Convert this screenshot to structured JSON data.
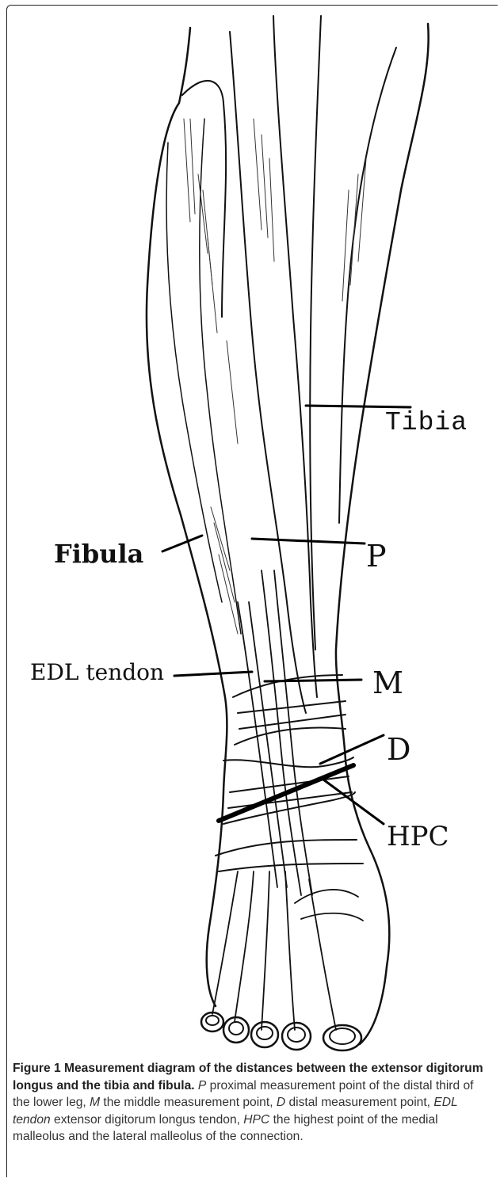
{
  "figure": {
    "labels": {
      "tibia": "Tibia",
      "fibula": "Fibula",
      "p": "P",
      "edl": "EDL tendon",
      "m": "M",
      "d": "D",
      "hpc": "HPC"
    }
  },
  "caption": {
    "title": "Figure 1 Measurement diagram of the distances between the extensor digitorum longus and the tibia and fibula.",
    "items": [
      {
        "abbr": "P",
        "text": " proximal measurement point of the distal third of the lower leg, "
      },
      {
        "abbr": "M",
        "text": " the middle measurement point, "
      },
      {
        "abbr": "D",
        "text": " distal measurement point, "
      },
      {
        "abbr": "EDL tendon",
        "text": " extensor digitorum longus tendon, "
      },
      {
        "abbr": "HPC",
        "text": " the highest point of the medial malleolus and the lateral malleolus of the connection."
      }
    ]
  }
}
